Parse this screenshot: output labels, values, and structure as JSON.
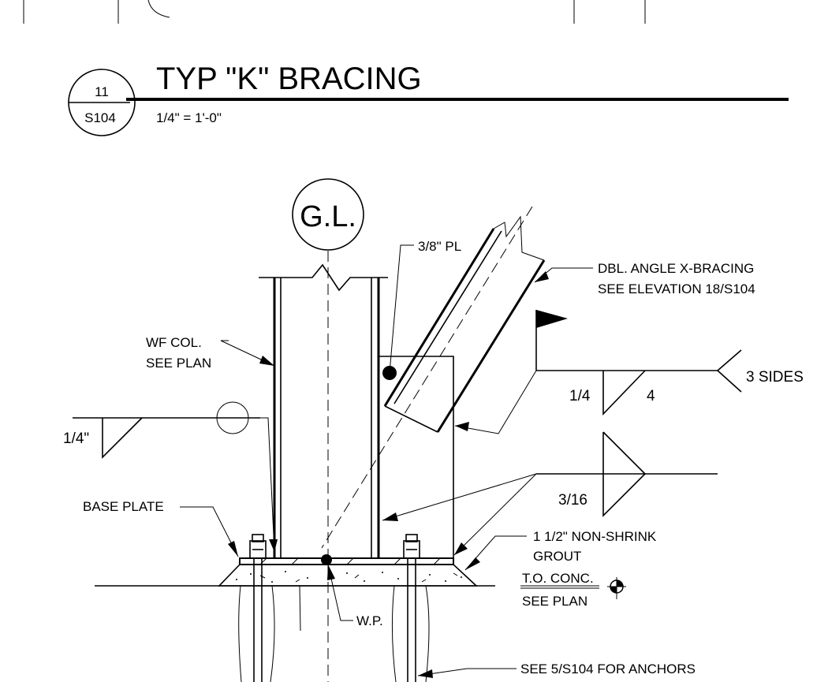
{
  "detail": {
    "number": "11",
    "sheet": "S104",
    "title": "TYP \"K\" BRACING",
    "scale": "1/4\" = 1'-0\""
  },
  "gridline": "G.L.",
  "labels": {
    "plate": "3/8\" PL",
    "bracing_1": "DBL. ANGLE X-BRACING",
    "bracing_2": "SEE ELEVATION 18/S104",
    "column_1": "WF COL.",
    "column_2": "SEE PLAN",
    "base_plate": "BASE PLATE",
    "grout_1": "1 1/2\" NON-SHRINK",
    "grout_2": "GROUT",
    "conc_1": "T.O. CONC.",
    "conc_2": "SEE PLAN",
    "work_point": "W.P.",
    "anchors": "SEE 5/S104 FOR ANCHORS"
  },
  "welds": {
    "sides_note": "3 SIDES",
    "fillet_size_1": "1/4",
    "fillet_length_1": "4",
    "fillet_size_2": "1/4\"",
    "fillet_size_3": "3/16"
  }
}
